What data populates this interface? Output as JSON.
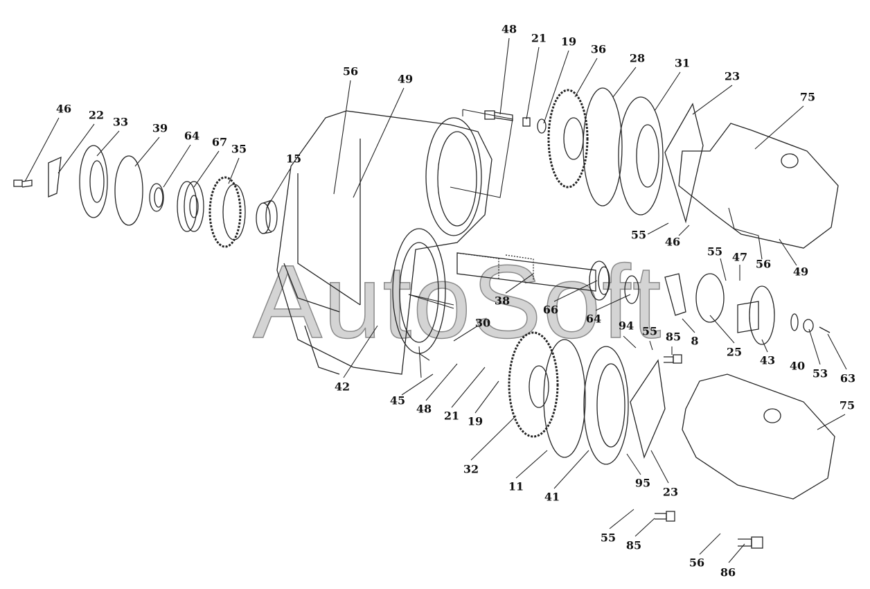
{
  "watermark": "AutoSoft",
  "callouts": [
    "48",
    "21",
    "19",
    "36",
    "28",
    "31",
    "23",
    "75",
    "56",
    "49",
    "46",
    "22",
    "33",
    "39",
    "64",
    "67",
    "35",
    "15",
    "55",
    "46",
    "55",
    "47",
    "56",
    "49",
    "38",
    "66",
    "64",
    "30",
    "94",
    "55",
    "85",
    "8",
    "25",
    "43",
    "40",
    "53",
    "63",
    "42",
    "45",
    "48",
    "21",
    "19",
    "75",
    "32",
    "11",
    "41",
    "95",
    "23",
    "55",
    "85",
    "56",
    "86"
  ]
}
